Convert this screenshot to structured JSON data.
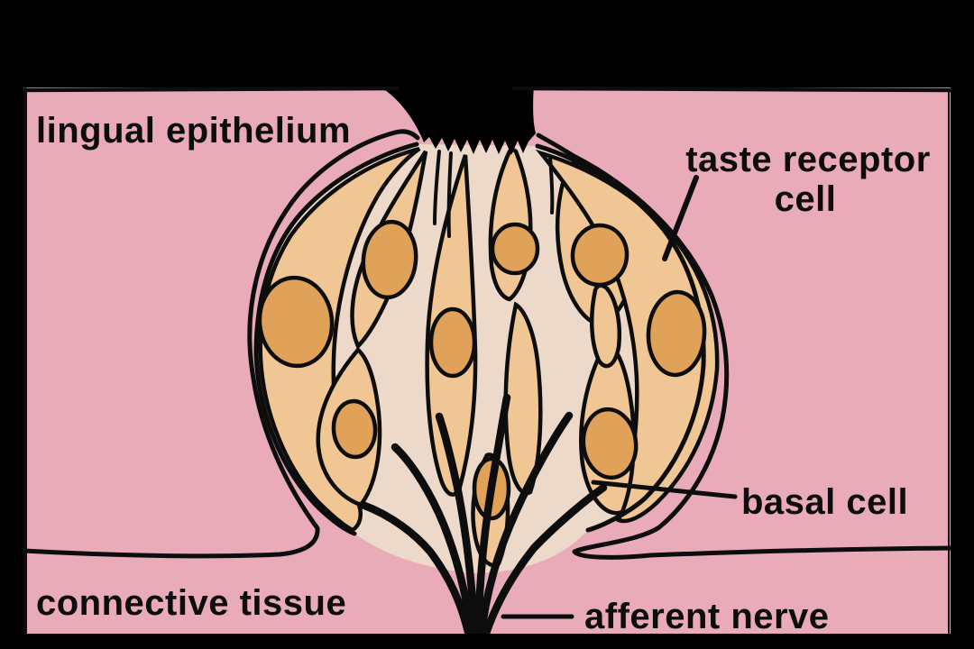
{
  "labels": {
    "lingual_epithelium": "lingual epithelium",
    "taste_receptor_line1": "taste receptor",
    "taste_receptor_line2": "cell",
    "basal_cell": "basal cell",
    "afferent_nerve": "afferent nerve",
    "connective_tissue": "connective tissue"
  },
  "colors": {
    "background": "#000000",
    "epithelium_pink": "#e9abb8",
    "bud_interstitial": "#ecd9c9",
    "cell_tan": "#f0c695",
    "nucleus_orange": "#dfa258",
    "outline": "#0d0d0d"
  }
}
